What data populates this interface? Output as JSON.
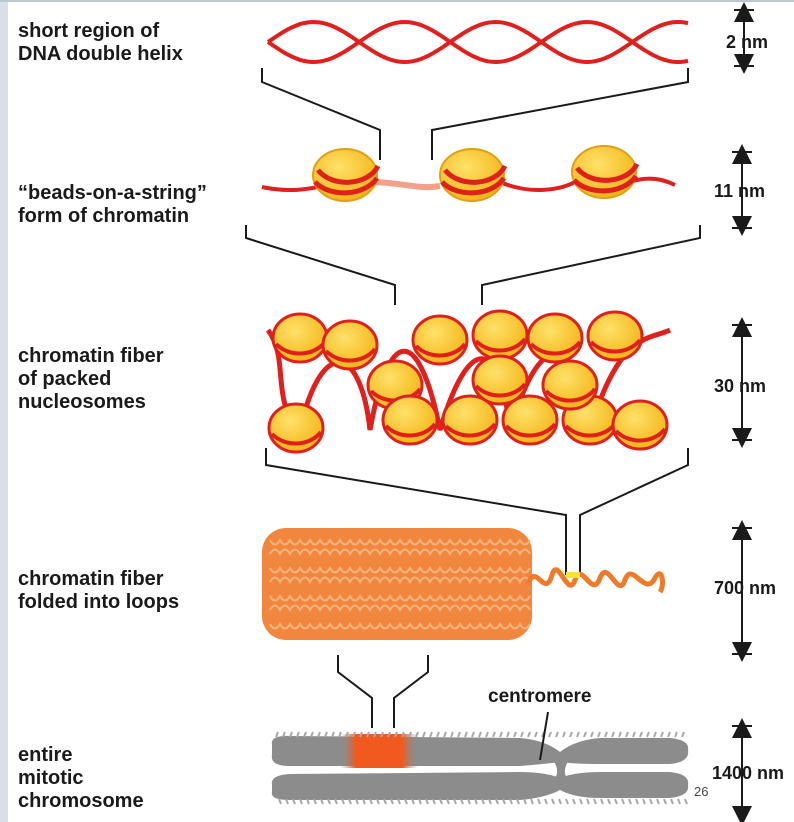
{
  "levels": [
    {
      "label_lines": [
        "short region of",
        "DNA double helix"
      ],
      "size": "2 nm"
    },
    {
      "label_lines": [
        "“beads-on-a-string”",
        "form of chromatin"
      ],
      "size": "11 nm"
    },
    {
      "label_lines": [
        "chromatin fiber",
        "of packed",
        "nucleosomes"
      ],
      "size": "30 nm"
    },
    {
      "label_lines": [
        "chromatin fiber",
        "folded into loops"
      ],
      "size": "700 nm"
    },
    {
      "label_lines": [
        "entire",
        "mitotic",
        "chromosome"
      ],
      "size": "1400 nm"
    }
  ],
  "centromere_label": "centromere",
  "page_number": "26",
  "colors": {
    "dna_red": "#e0201c",
    "histone_yellow": "#f7c81e",
    "loop_orange": "#ef7a2a",
    "chromosome_gray": "#8c8c8c"
  }
}
